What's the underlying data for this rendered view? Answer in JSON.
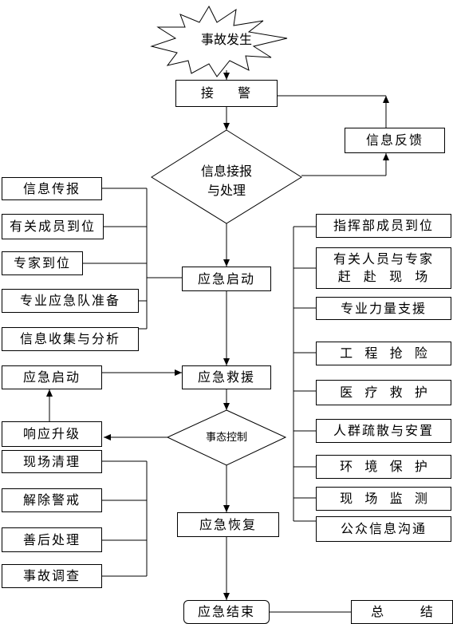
{
  "nodes": {
    "start": "事故发生",
    "receive": "接    警",
    "feedback": "信息反馈",
    "info_handle": "信息接报\n与处理",
    "launch_center": "应急启动",
    "rescue": "应急救援",
    "control": "事态控制",
    "recover": "应急恢复",
    "end": "应急结束",
    "summary": "总         结",
    "launch_left": "应急启动",
    "upgrade": "响应升级"
  },
  "left_top_group": [
    "信息传报",
    "有关成员到位",
    "专家到位",
    "专业应急队准备",
    "信息收集与分析"
  ],
  "left_bottom_group": [
    "现场清理",
    "解除警戒",
    "善后处理",
    "事故调查"
  ],
  "right_group": [
    "指挥部成员到位",
    "有关人员与专家\n赶  赴  现  场",
    "专业力量支援",
    "工   程   抢   险",
    "医   疗   救   护",
    "人群疏散与安置",
    "环   境   保   护",
    "现   场   监   测",
    "公众信息沟通"
  ]
}
